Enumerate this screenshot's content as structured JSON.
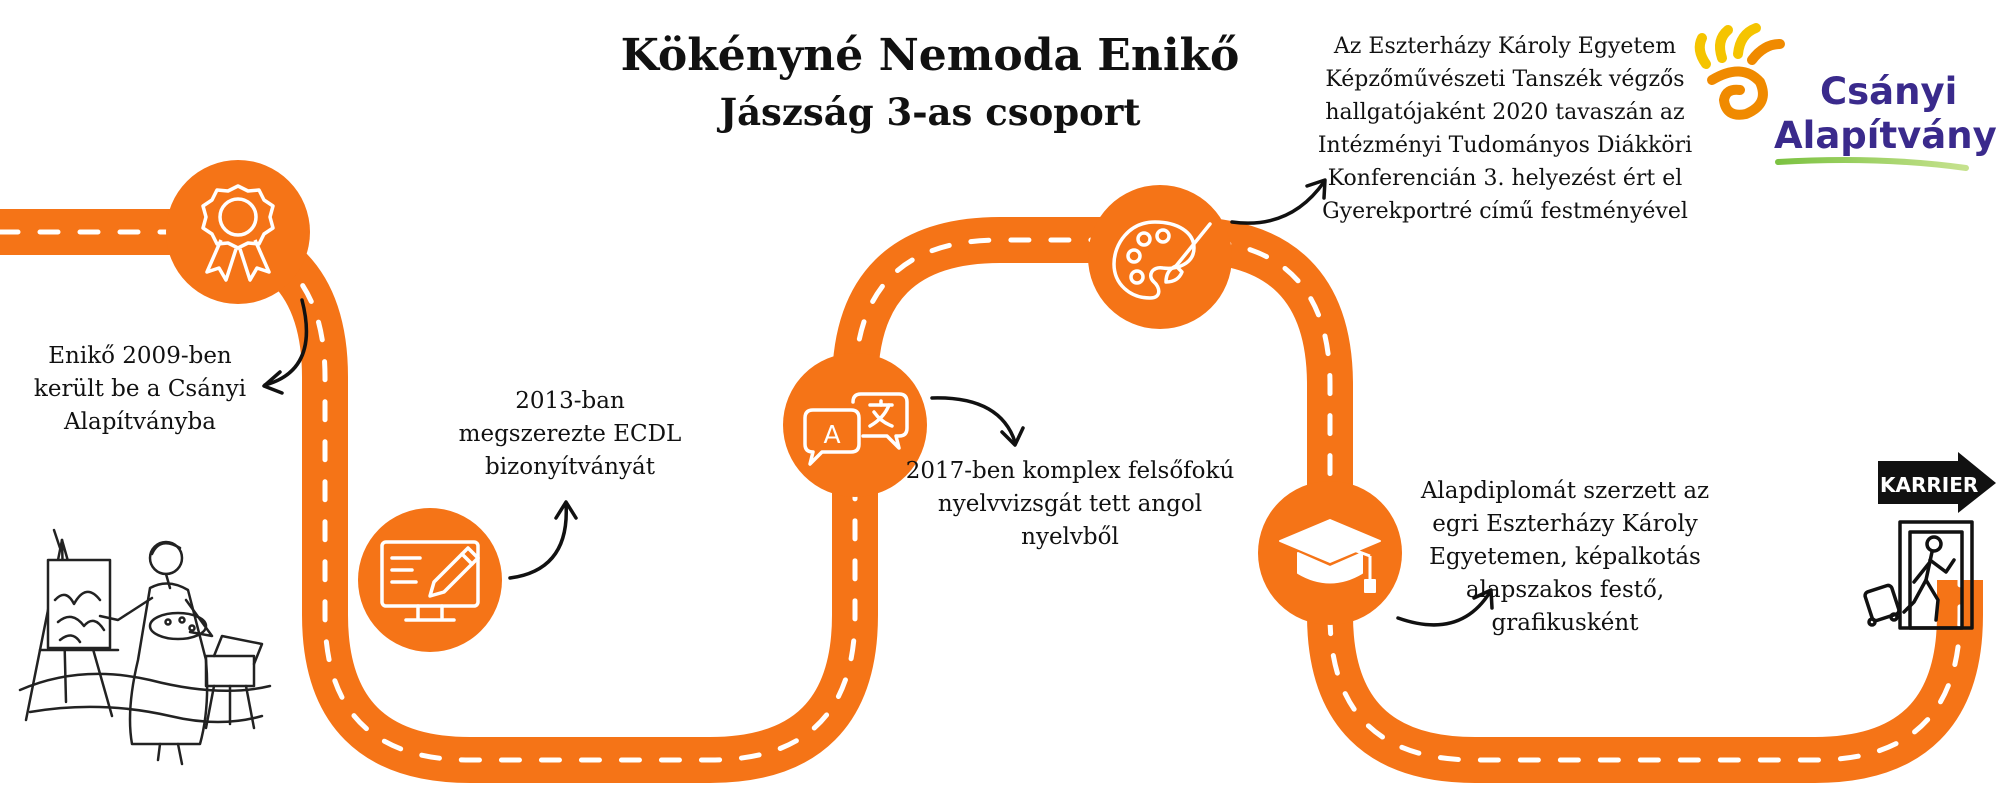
{
  "header": {
    "name": "Kökényné Nemoda Enikő",
    "group": "Jászság 3-as csoport"
  },
  "logo": {
    "line1": "Csányi",
    "line2": "Alapítvány",
    "colors": {
      "text": "#3a2a8c",
      "sun_yellow": "#f5c400",
      "sun_orange": "#f08a00",
      "underline": "#7cc242"
    }
  },
  "milestones": [
    {
      "icon": "award-ribbon-icon",
      "text": "Enikő 2009-ben került be a Csányi Alapítványba"
    },
    {
      "icon": "computer-edit-icon",
      "text": "2013-ban megszerezte ECDL bizonyítványát"
    },
    {
      "icon": "language-translate-icon",
      "text": "2017-ben komplex felsőfokú nyelvvizsgát tett angol nyelvből"
    },
    {
      "icon": "art-palette-icon",
      "text": "Az Eszterházy Károly Egyetem Képzőművészeti Tanszék végzős hallgatójaként 2020 tavaszán az Intézményi Tudományos Diákköri Konferencián 3. helyezést ért el Gyerekportré című festményével"
    },
    {
      "icon": "graduation-cap-icon",
      "text": "Alapdiplomát szerzett az egri Eszterházy Károly Egyetemen, képalkotás alapszakos festő, grafikusként"
    }
  ],
  "career_sign": {
    "label": "KARRIER",
    "icon": "exit-door-traveler-icon"
  },
  "illustration": {
    "icon": "painter-at-easel-icon"
  },
  "colors": {
    "road": "#f57417",
    "dash": "#ffffff",
    "text": "#111111",
    "sign": "#111111"
  }
}
